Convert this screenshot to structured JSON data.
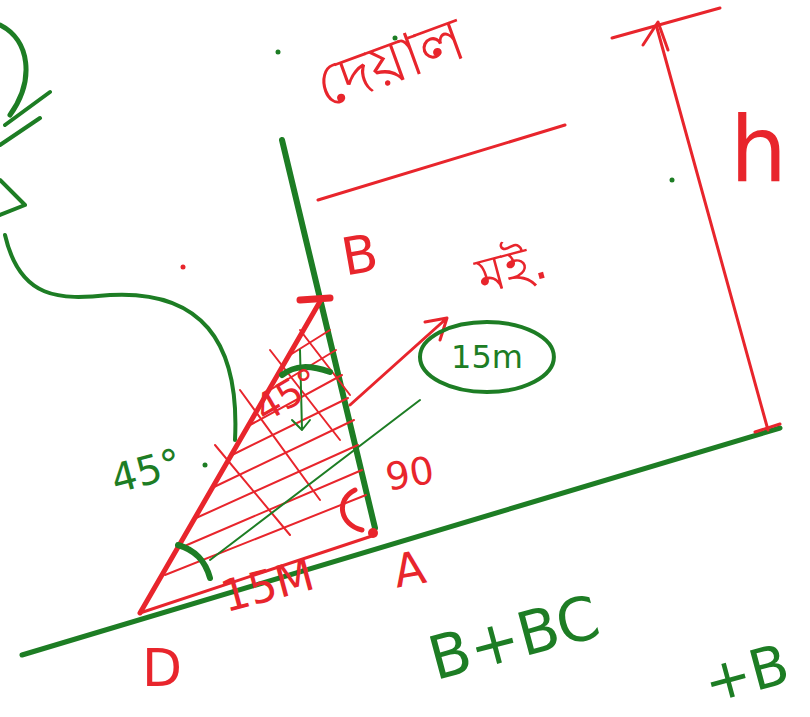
{
  "diagram": {
    "nodes": [
      {
        "text": [
          "15m"
        ]
      }
    ],
    "labels": [
      "দেয়াল",
      "h",
      "B",
      "মই.",
      "45°",
      "45°",
      "90",
      "15M",
      "A",
      "D",
      "B+BC",
      "+B"
    ]
  }
}
